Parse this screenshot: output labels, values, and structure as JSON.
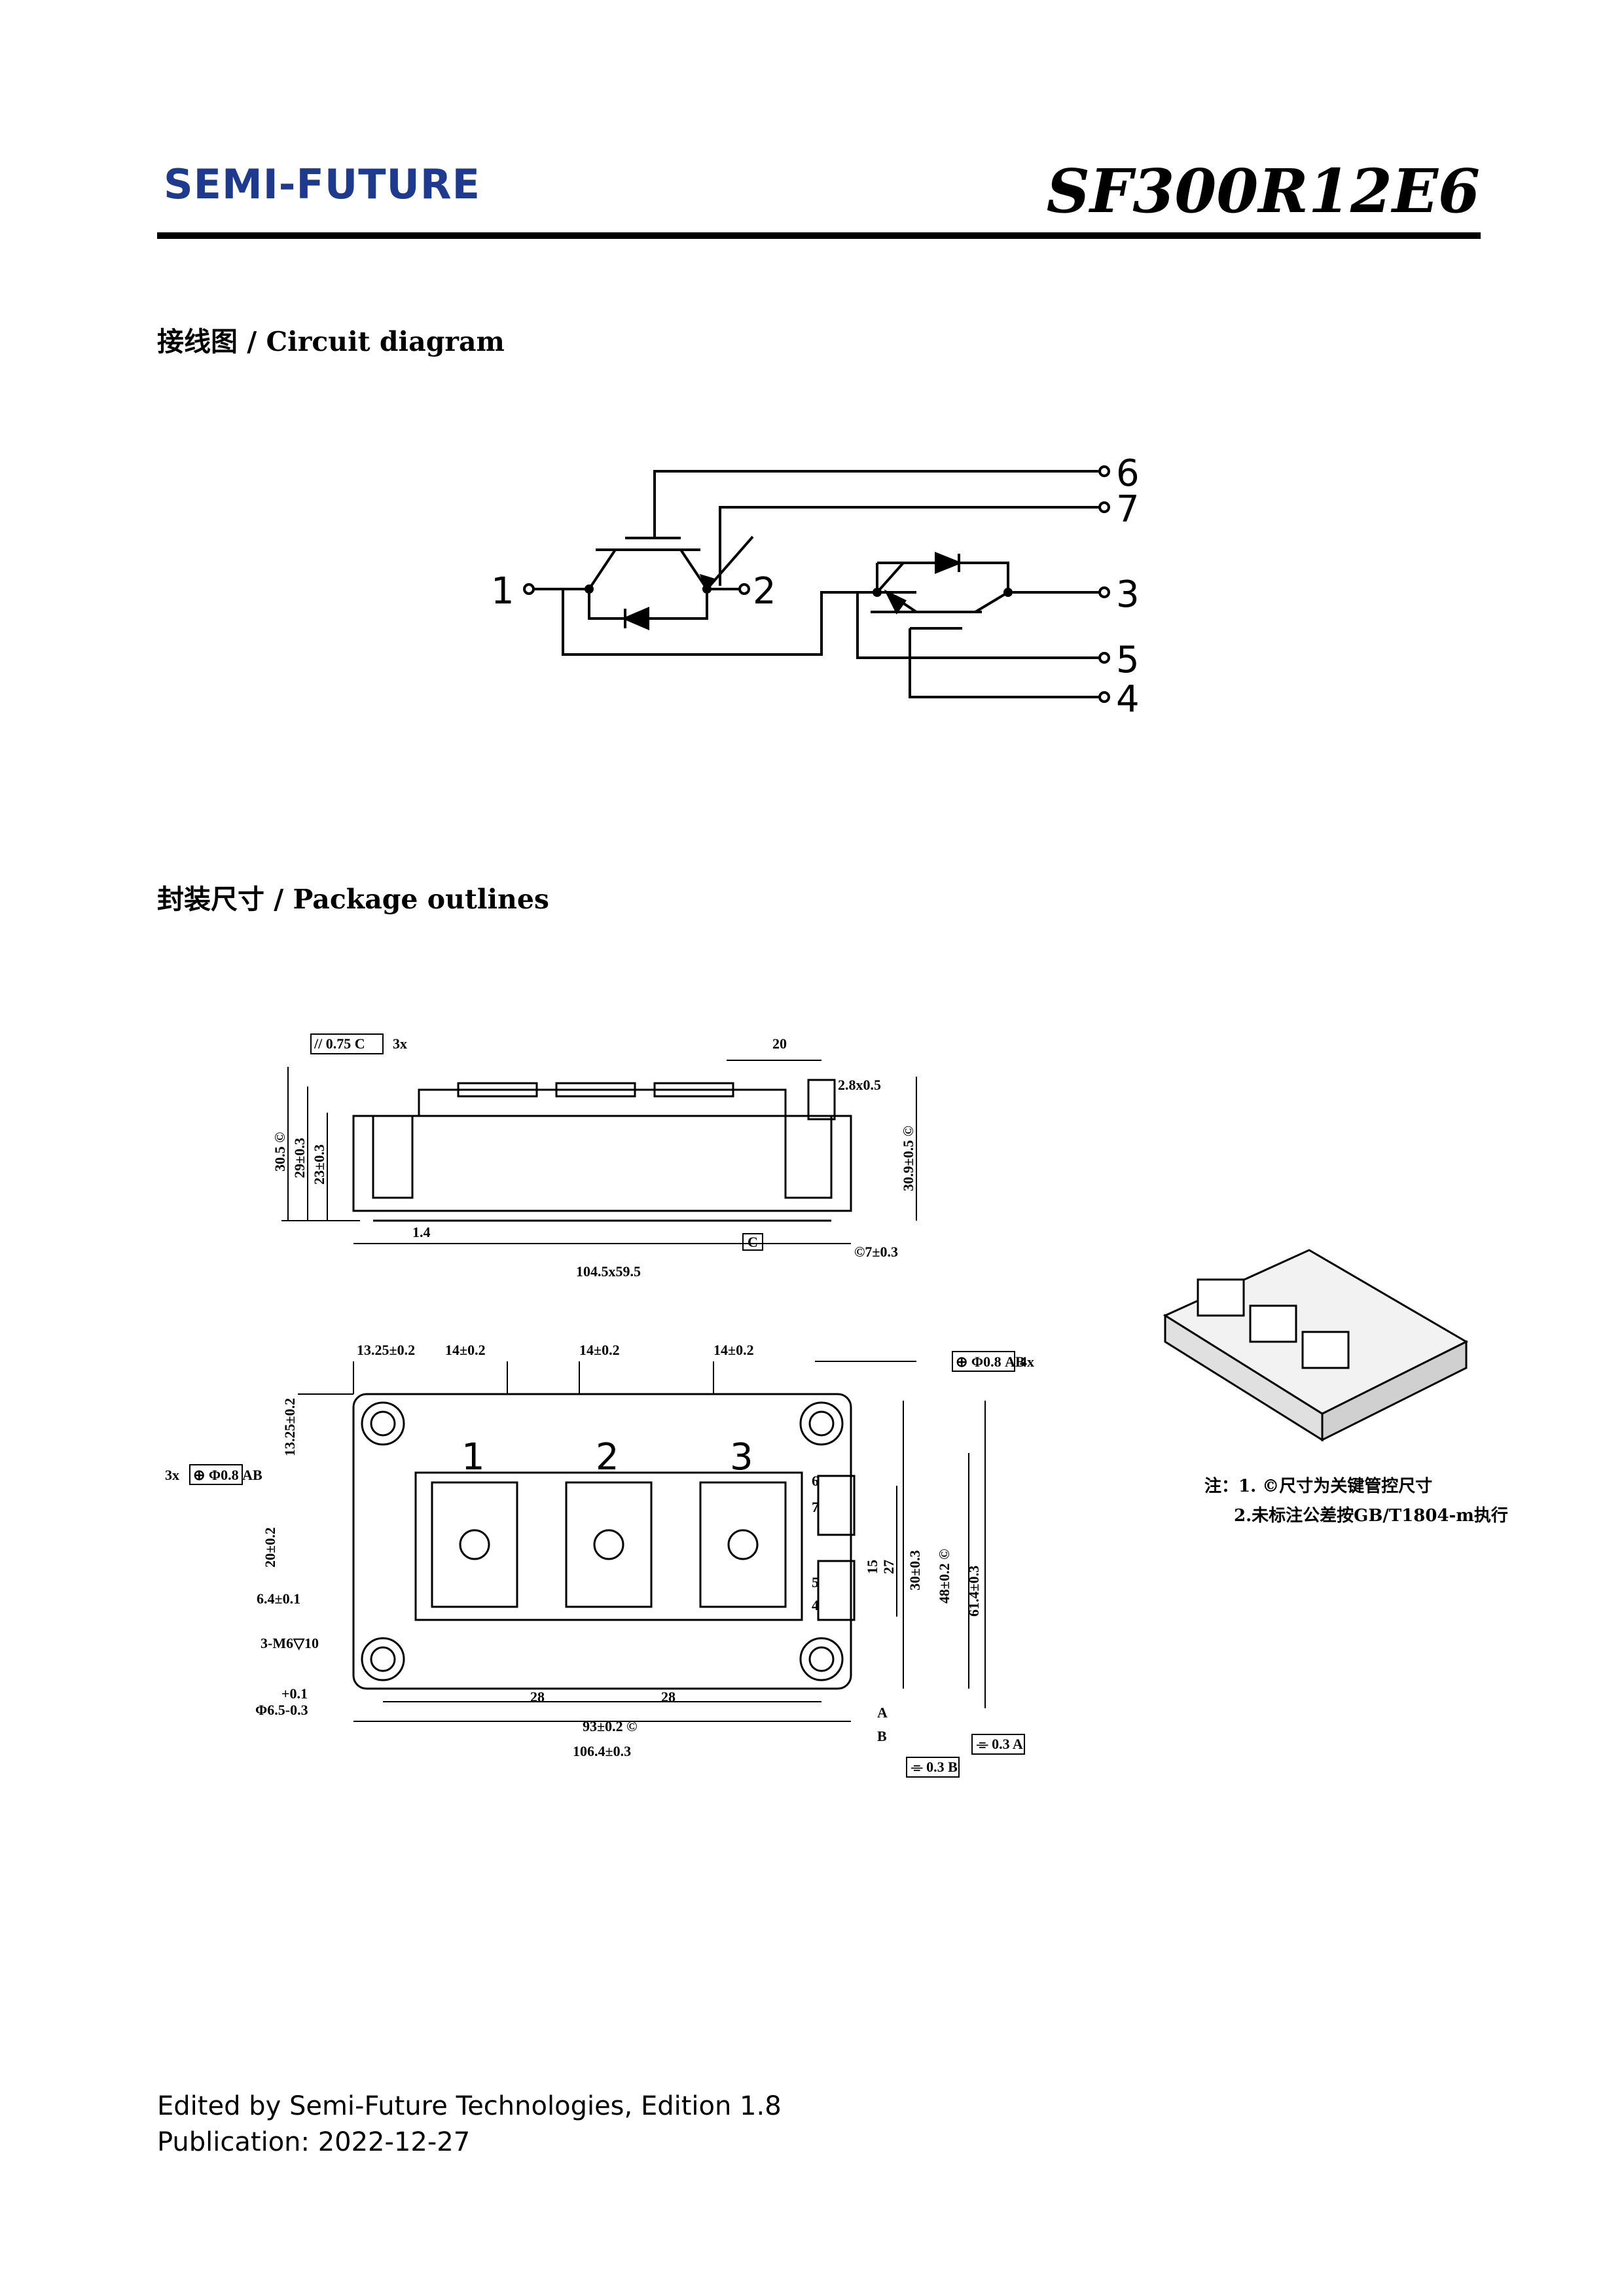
{
  "header": {
    "brand": "SEMI-FUTURE",
    "part_number": "SF300R12E6"
  },
  "sections": {
    "circuit_title": "接线图  / Circuit diagram",
    "package_title": "封装尺寸  / Package outlines"
  },
  "circuit": {
    "pins": [
      "1",
      "2",
      "3",
      "4",
      "5",
      "6",
      "7"
    ]
  },
  "drawing": {
    "side": {
      "flatness": "// 0.75 C",
      "flatness_count": "3x",
      "d_30_5": "30.5 ©",
      "d_29": "29±0.3",
      "d_23": "23±0.3",
      "d_20": "20",
      "d_2_8": "2.8x0.5",
      "d_30_9": "30.9±0.5 ©",
      "d_1_4": "1.4",
      "d_7": "©7±0.3",
      "d_104": "104.5x59.5",
      "datum_c": "C"
    },
    "top": {
      "d_13_25_h": "13.25±0.2",
      "d_14_a": "14±0.2",
      "d_14_b": "14±0.2",
      "d_14_c": "14±0.2",
      "d_13_25_v": "13.25±0.2",
      "pos_tol_4x": "⊕ Φ0.8 AB",
      "count_4x": "4x",
      "pos_tol_3x": "⊕ Φ0.8 AB",
      "count_3x": "3x",
      "d_20_v": "20±0.2",
      "d_6_4": "6.4±0.1",
      "m6": "3-M6▽10",
      "hole_tol": "+0.1",
      "hole": "Φ6.5-0.3",
      "d_28_a": "28",
      "d_28_b": "28",
      "d_93": "93±0.2 ©",
      "d_106": "106.4±0.3",
      "d_15": "15",
      "d_27": "27",
      "d_30": "30±0.3",
      "d_48": "48±0.2 ©",
      "d_61_4": "61.4±0.3",
      "datum_a": "A",
      "datum_b": "B",
      "sym_a": "⌯ 0.3 A",
      "sym_b": "⌯ 0.3 B",
      "pin_labels": [
        "1",
        "2",
        "3",
        "7",
        "6",
        "5",
        "4"
      ]
    },
    "notes": {
      "line1": "注：1. ©尺寸为关键管控尺寸",
      "line2": "2.未标注公差按GB/T1804-m执行"
    }
  },
  "footer": {
    "line1": "Edited by Semi-Future Technologies, Edition 1.8",
    "line2": "Publication: 2022-12-27"
  }
}
